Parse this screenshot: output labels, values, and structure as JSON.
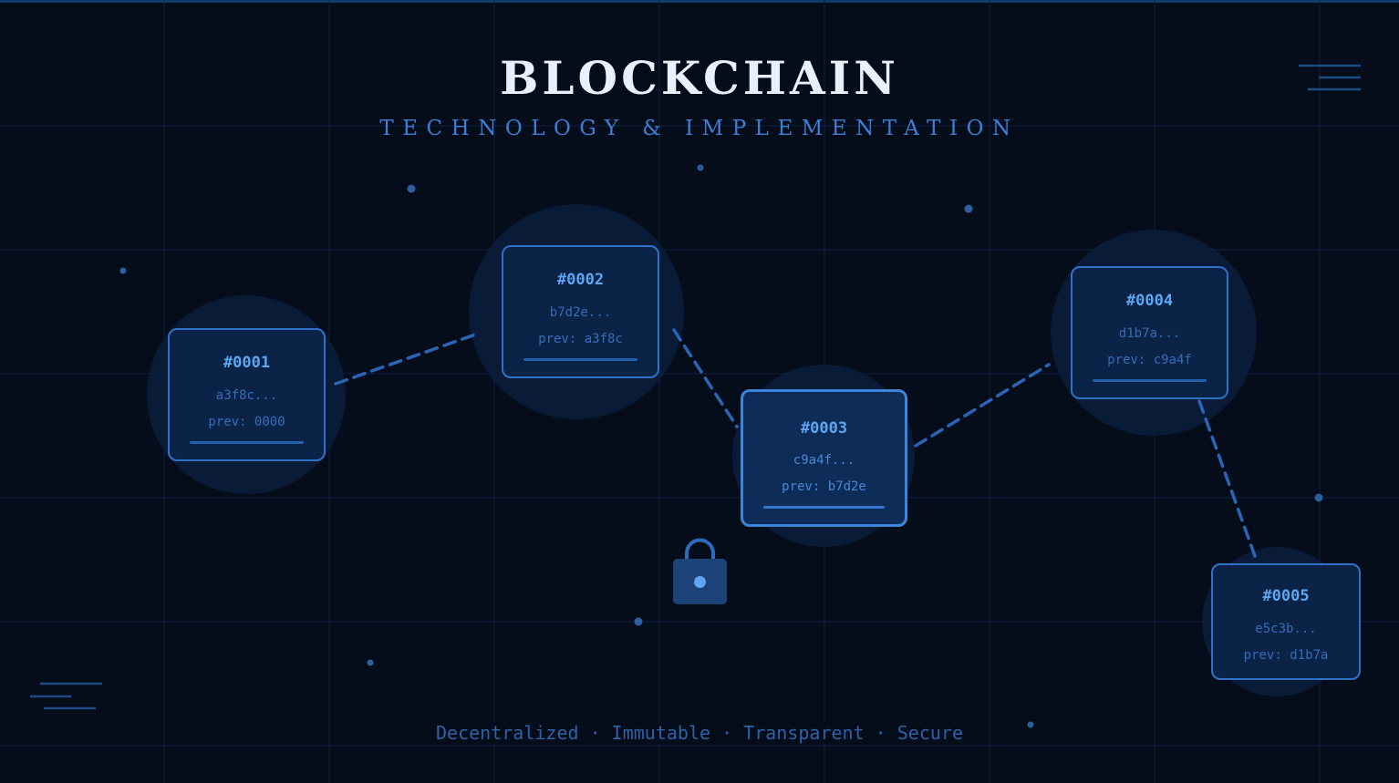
{
  "header": {
    "title": "BLOCKCHAIN",
    "subtitle": "TECHNOLOGY & IMPLEMENTATION"
  },
  "blocks": [
    {
      "id": "#0001",
      "hash": "a3f8c...",
      "prev": "prev: 0000"
    },
    {
      "id": "#0002",
      "hash": "b7d2e...",
      "prev": "prev: a3f8c"
    },
    {
      "id": "#0003",
      "hash": "c9a4f...",
      "prev": "prev: b7d2e"
    },
    {
      "id": "#0004",
      "hash": "d1b7a...",
      "prev": "prev: c9a4f"
    },
    {
      "id": "#0005",
      "hash": "e5c3b...",
      "prev": "prev: d1b7a"
    }
  ],
  "footer": {
    "tagline": "Decentralized · Immutable · Transparent · Secure"
  },
  "icons": {
    "lock": "lock-icon",
    "menu_lines_top_right": "menu-lines-icon",
    "menu_lines_bottom_left": "menu-lines-icon"
  },
  "colors": {
    "background": "#050c1a",
    "accent": "#3e7fd6",
    "title": "#e8f1fb",
    "block_fill": "#0b2346",
    "block_border": "#2f71c8"
  }
}
